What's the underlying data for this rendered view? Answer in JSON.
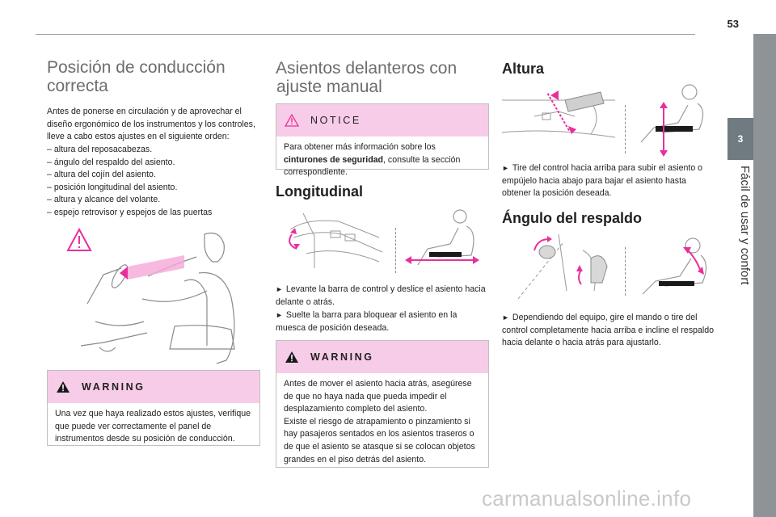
{
  "header": {
    "page_number": "53"
  },
  "side_tab": {
    "chapter_number": "3",
    "chapter_title": "Fácil de usar y confort"
  },
  "col1": {
    "title_line1": "Posición de conducción",
    "title_line2": "correcta",
    "intro": "Antes de ponerse en circulación y de aprovechar el diseño ergonómico de los instrumentos y los controles, lleve a cabo estos ajustes en el siguiente orden:",
    "steps": [
      "altura del reposacabezas.",
      "ángulo del respaldo del asiento.",
      "altura del cojín del asiento.",
      "posición longitudinal del asiento.",
      "altura y alcance del volante.",
      "espejo retrovisor y espejos de las puertas"
    ],
    "warning": {
      "label": "WARNING",
      "text": "Una vez que haya realizado estos ajustes, verifique que puede ver correctamente el panel de instrumentos desde su posición de conducción."
    }
  },
  "col2": {
    "title_line1": "Asientos delanteros con",
    "title_line2": "ajuste manual",
    "notice": {
      "label": "NOTICE",
      "text_before": "Para obtener más información sobre los ",
      "text_bold": "cinturones de seguridad",
      "text_after": ", consulte la sección correspondiente."
    },
    "longitudinal": {
      "heading": "Longitudinal",
      "step1": "Levante la barra de control y deslice el asiento hacia delante o atrás.",
      "step2": "Suelte la barra para bloquear el asiento en la muesca de posición deseada."
    },
    "warning": {
      "label": "WARNING",
      "text1": "Antes de mover el asiento hacia atrás, asegúrese de que no haya nada que pueda impedir el desplazamiento completo del asiento.",
      "text2": "Existe el riesgo de atrapamiento o pinzamiento si hay pasajeros sentados en los asientos traseros o de que el asiento se atasque si se colocan objetos grandes en el piso detrás del asiento."
    }
  },
  "col3": {
    "altura": {
      "heading": "Altura",
      "step1": "Tire del control hacia arriba para subir el asiento o empújelo hacia abajo para bajar el asiento hasta obtener la posición deseada."
    },
    "respaldo": {
      "heading": "Ángulo del respaldo",
      "step1": "Dependiendo del equipo, gire el mando o tire del control completamente hacia arriba e incline el respaldo hacia delante o hacia atrás para ajustarlo."
    }
  },
  "footer": {
    "watermark": "carmanualsonline.info"
  },
  "colors": {
    "accent_pink": "#e8309c",
    "box_pink": "#f7cce8",
    "tab_gray": "#707b81",
    "heading_gray": "#6d6d6d"
  },
  "icons": [
    "warning-triangle-icon",
    "play-arrow-icon"
  ]
}
